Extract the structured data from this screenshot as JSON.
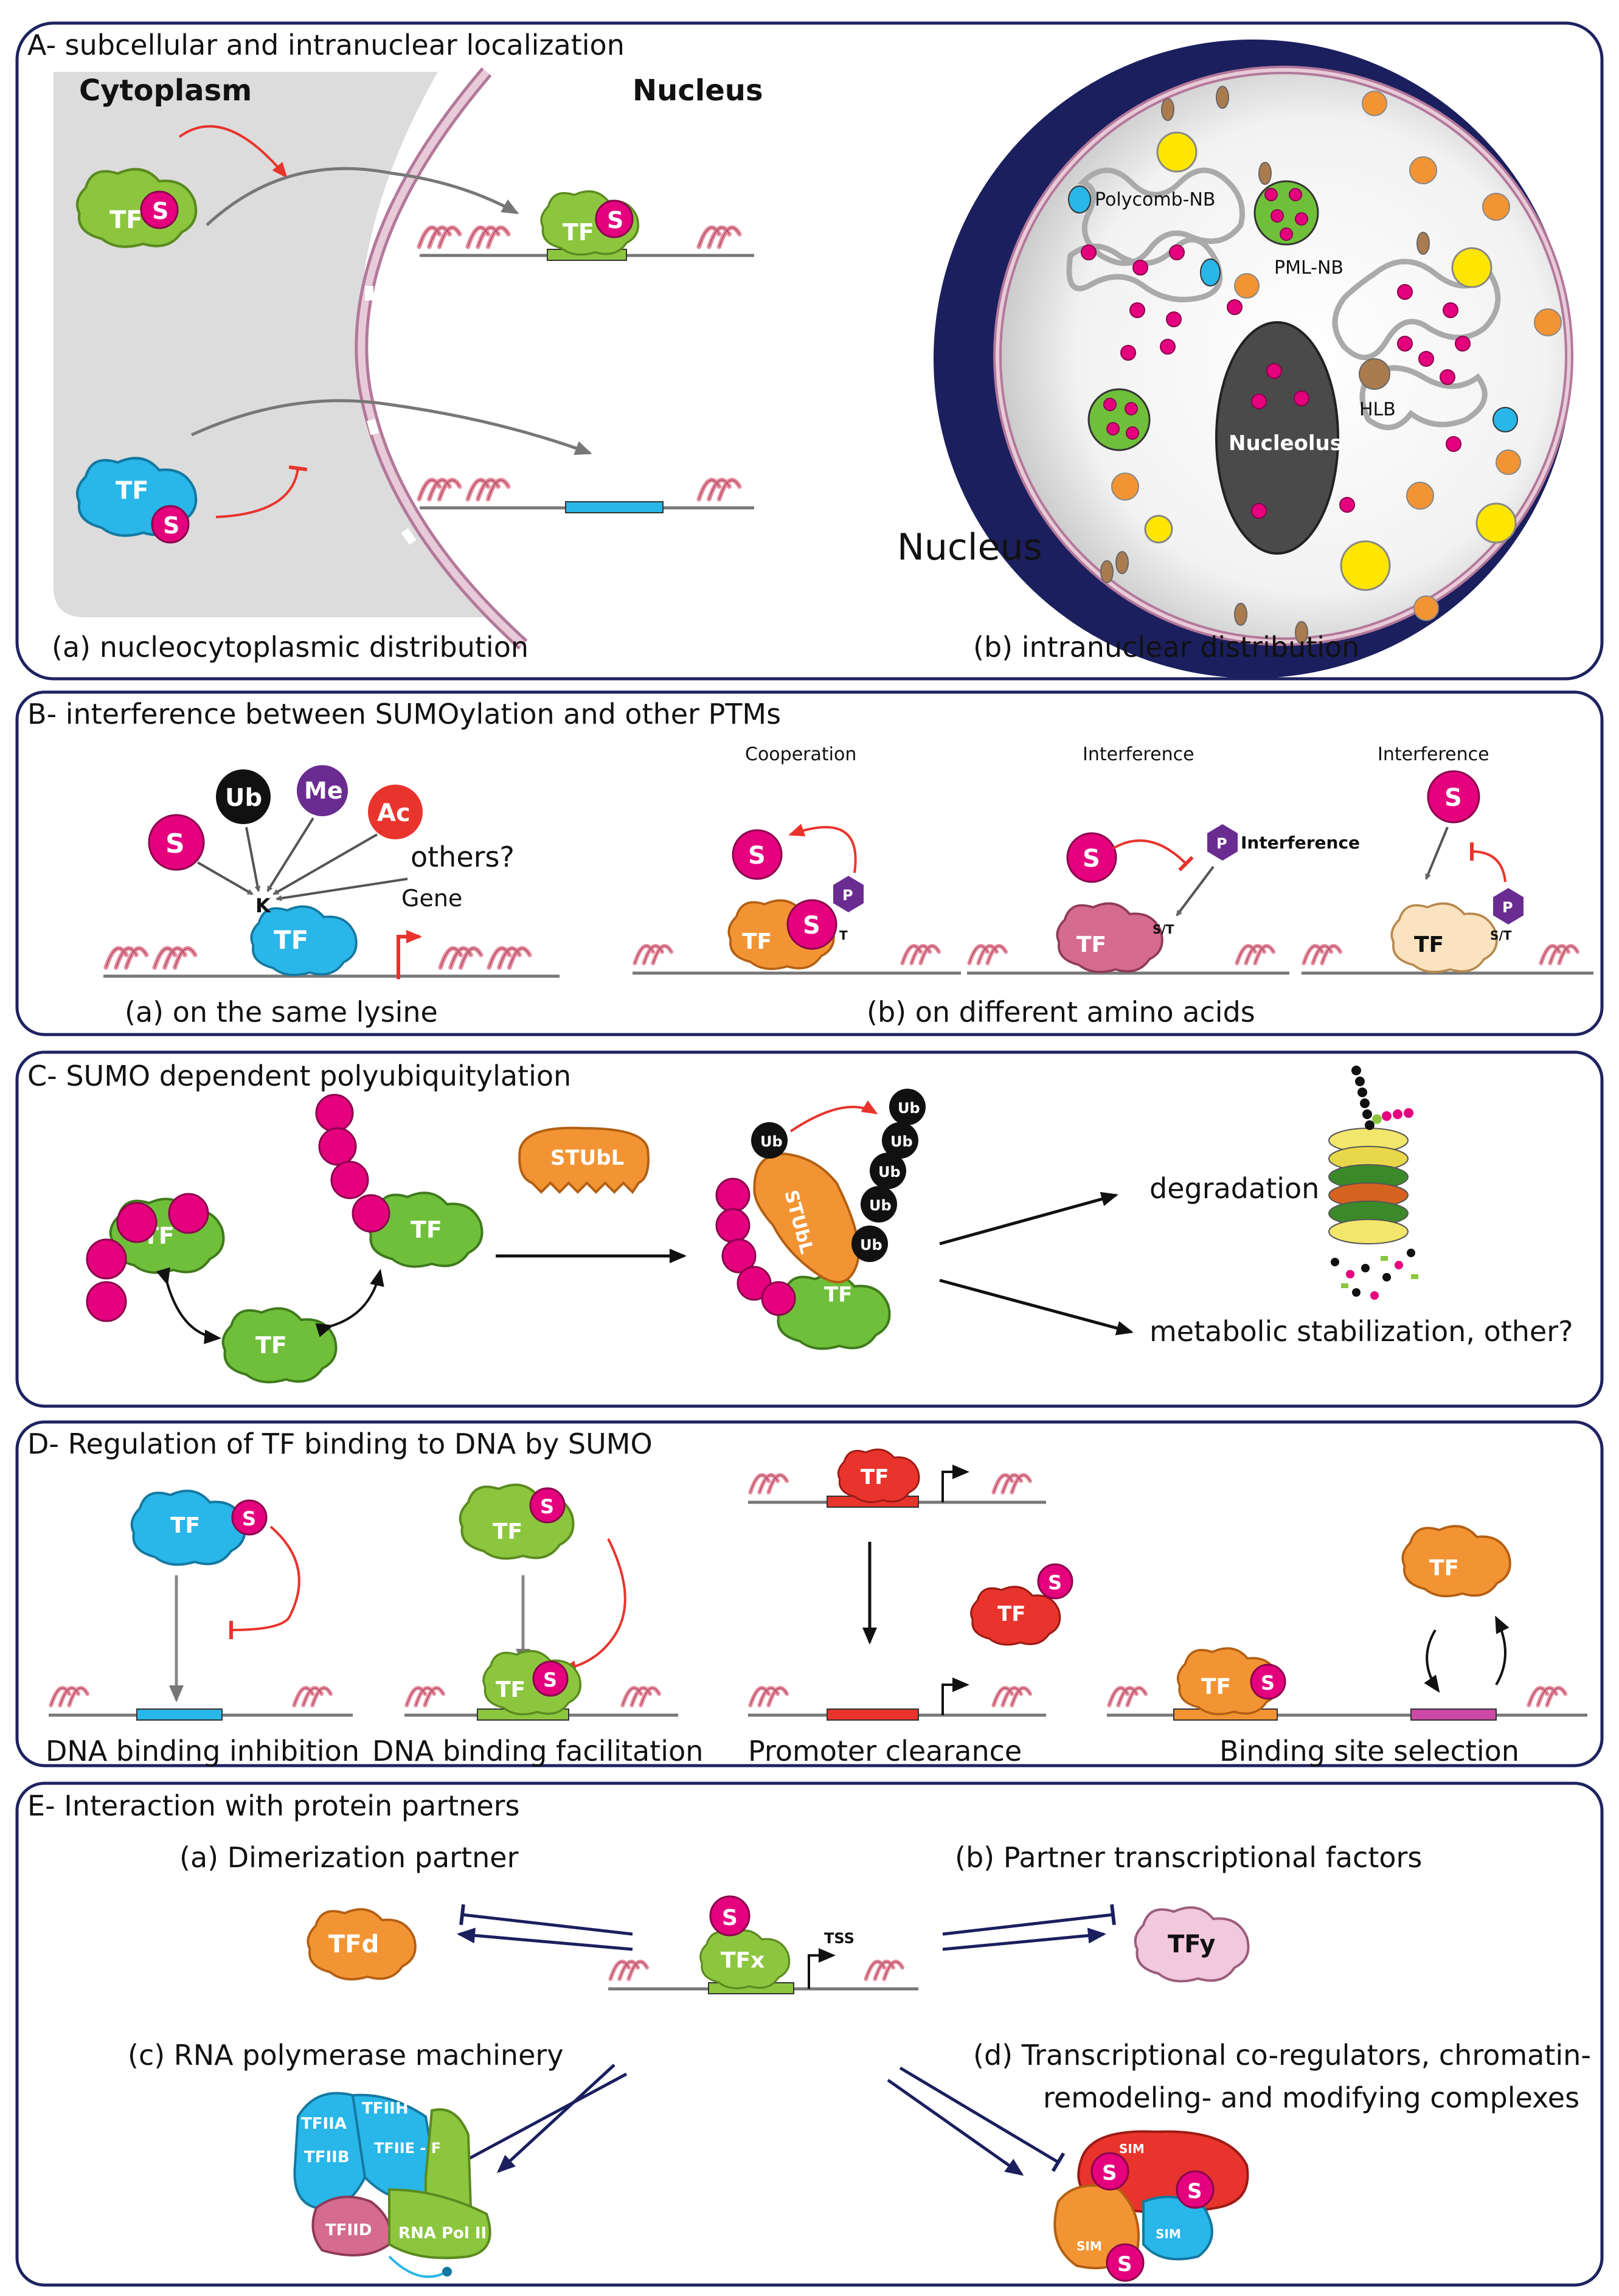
{
  "panels": {
    "A": {
      "title": "A- subcellular and intranuclear localization",
      "cytoplasm": "Cytoplasm",
      "nucleus": "Nucleus",
      "nucleus_big": "Nucleus",
      "cap_a": "(a) nucleocytoplasmic distribution",
      "cap_b": "(b) intranuclear distribution",
      "polycomb": "Polycomb-NB",
      "pml": "PML-NB",
      "hlb": "HLB",
      "nucleolus": "Nucleolus"
    },
    "B": {
      "title": "B- interference between SUMOylation and other PTMs",
      "ub": "Ub",
      "me": "Me",
      "ac": "Ac",
      "others": "others?",
      "gene": "Gene",
      "k": "K",
      "cap_a": "(a) on the same lysine",
      "cap_b": "(b) on different amino acids",
      "cooperation": "Cooperation",
      "interference1": "Interference",
      "interference2": "Interference",
      "interference_p": "Interference",
      "p": "P",
      "st": "S/T",
      "t": "T"
    },
    "C": {
      "title": "C- SUMO dependent polyubiquitylation",
      "stubl": "STUbL",
      "ub": "Ub",
      "degradation": "degradation",
      "metabolic": "metabolic stabilization, other?"
    },
    "D": {
      "title": "D- Regulation of TF binding to DNA by SUMO",
      "cap1": "DNA binding inhibition",
      "cap2": "DNA binding facilitation",
      "cap3": "Promoter clearance",
      "cap4": "Binding site selection"
    },
    "E": {
      "title": "E- Interaction with protein partners",
      "cap_a": "(a) Dimerization partner",
      "cap_b": "(b) Partner transcriptional factors",
      "cap_c": "(c) RNA polymerase machinery",
      "cap_d1": "(d) Transcriptional co-regulators, chromatin-",
      "cap_d2": "remodeling- and modifying complexes",
      "tfd": "TFd",
      "tfy": "TFy",
      "tfx": "TFx",
      "tss": "TSS",
      "tfiia": "TFIIA",
      "tfiib": "TFIIB",
      "tfiih": "TFIIH",
      "tfiie": "TFIIE - F",
      "tfiid": "TFIID",
      "polii": "RNA Pol II",
      "sim": "SIM"
    }
  },
  "common": {
    "tf": "TF",
    "s": "S"
  },
  "colors": {
    "border": "#1f2360",
    "green": "#8cc63f",
    "blue": "#29b6e8",
    "magenta": "#e5007e",
    "orange": "#f39434",
    "red": "#e8342c",
    "pink": "#d56b8f",
    "navy": "#1b1f5e",
    "inhibit": "#e8342c"
  }
}
